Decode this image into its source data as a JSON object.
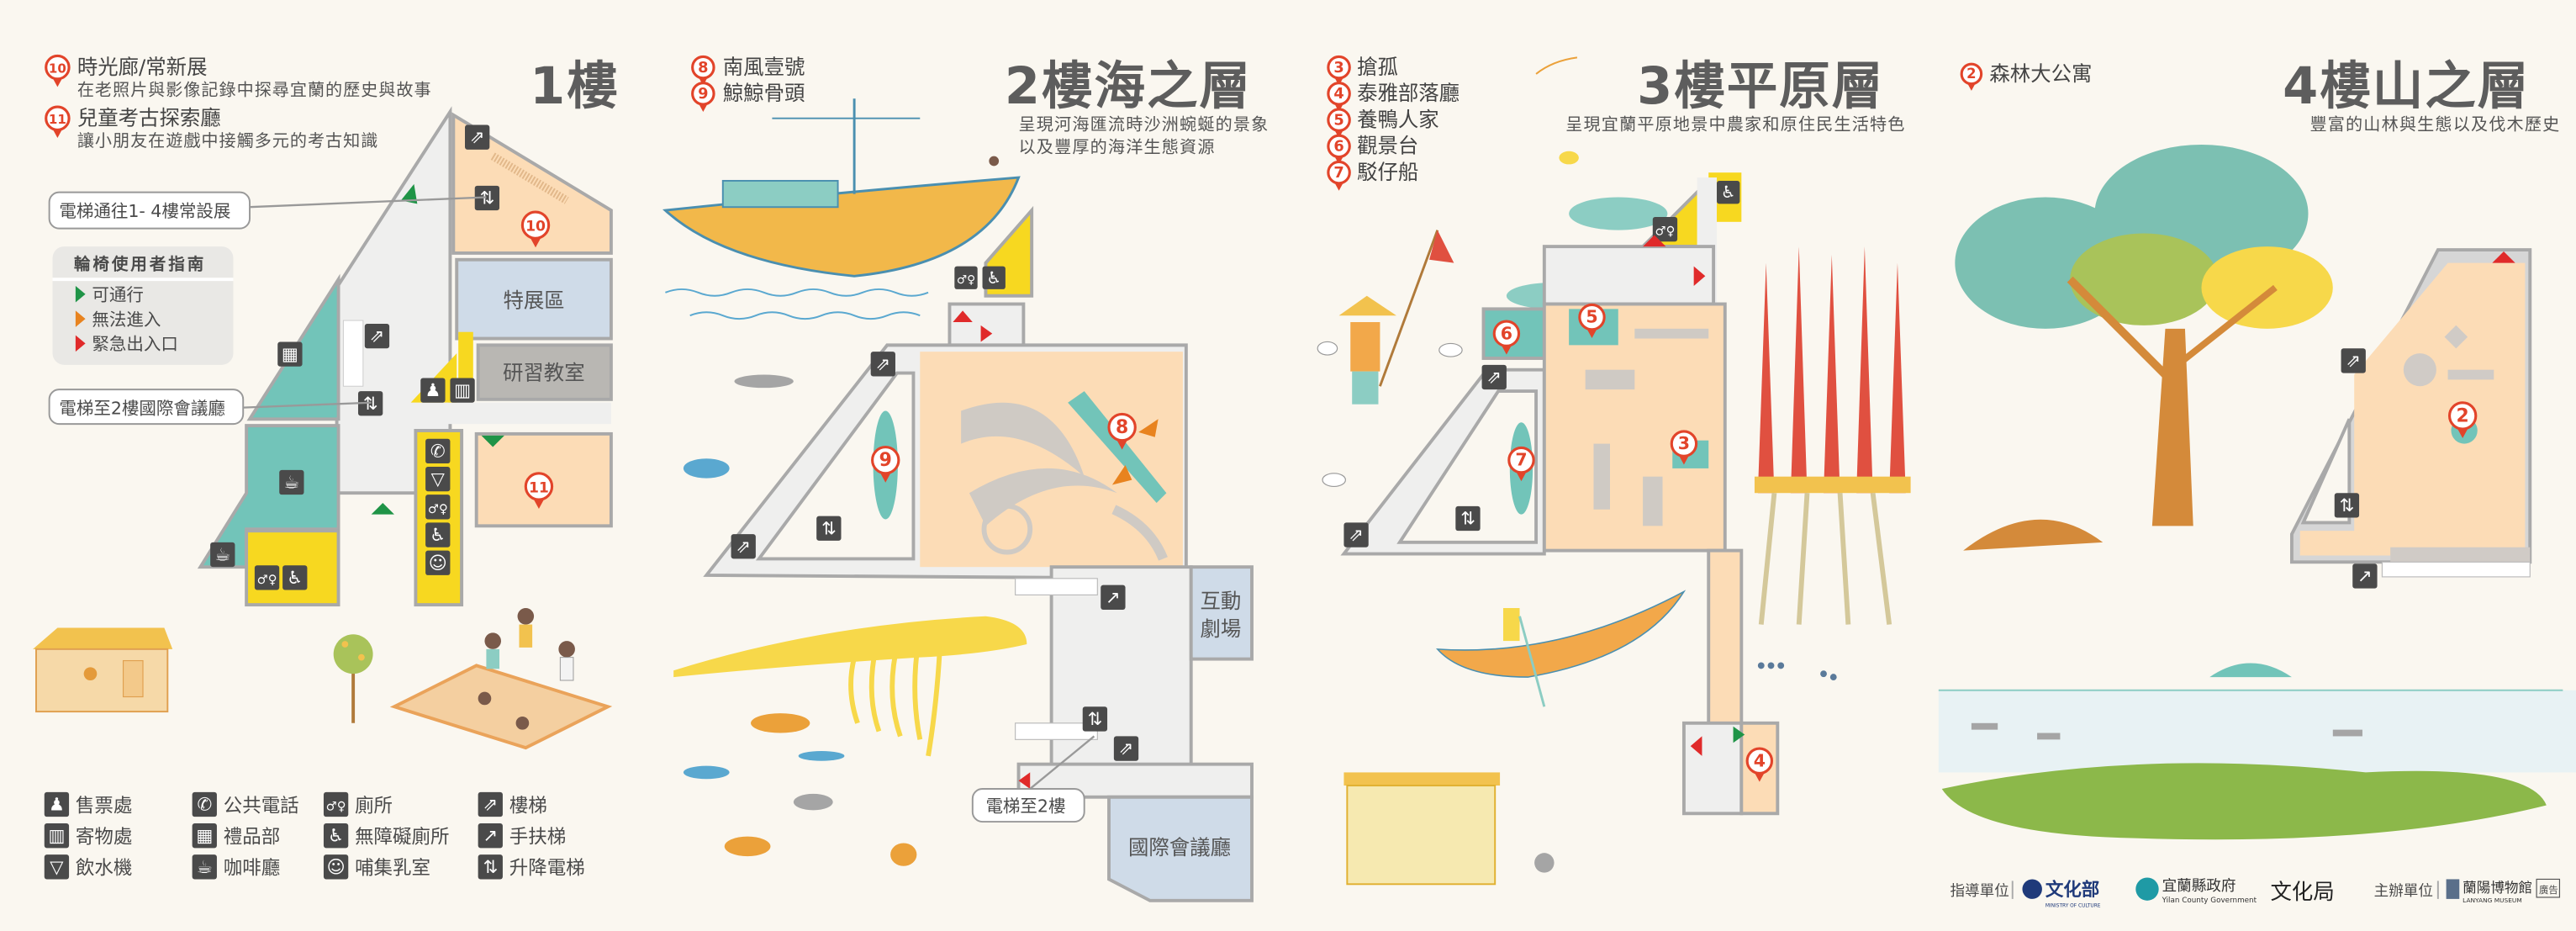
{
  "floors": [
    {
      "title": "1樓",
      "pois": [
        {
          "num": "10",
          "name": "時光廊/常新展",
          "desc": "在老照片與影像記錄中探尋宜蘭的歷史與故事"
        },
        {
          "num": "11",
          "name": "兒童考古探索廳",
          "desc": "讓小朋友在遊戲中接觸多元的考古知識"
        }
      ],
      "rooms": {
        "special_exhibition": "特展區",
        "classroom": "研習教室"
      },
      "callouts": {
        "elevator_permanent": "電梯通往1- 4樓常設展",
        "elevator_conference": "電梯至2樓國際會議廳"
      },
      "wheelchair_guide": {
        "title": "輪椅使用者指南",
        "items": [
          {
            "label": "可通行",
            "color": "#1f9447"
          },
          {
            "label": "無法進入",
            "color": "#e8831f"
          },
          {
            "label": "緊急出入口",
            "color": "#e02a2a"
          }
        ]
      }
    },
    {
      "title": "2樓海之層",
      "pois": [
        {
          "num": "8",
          "name": "南風壹號"
        },
        {
          "num": "9",
          "name": "鯨鯨骨頭"
        }
      ],
      "subtitle_lines": [
        "呈現河海匯流時沙洲蜿蜒的景象",
        "以及豐厚的海洋生態資源"
      ],
      "rooms": {
        "theater_line1": "互動",
        "theater_line2": "劇場",
        "conference": "國際會議廳"
      },
      "callouts": {
        "elevator": "電梯至2樓"
      }
    },
    {
      "title": "3樓平原層",
      "pois": [
        {
          "num": "3",
          "name": "搶孤"
        },
        {
          "num": "4",
          "name": "泰雅部落廳"
        },
        {
          "num": "5",
          "name": "養鴨人家"
        },
        {
          "num": "6",
          "name": "觀景台"
        },
        {
          "num": "7",
          "name": "駁仔船"
        }
      ],
      "subtitle": "呈現宜蘭平原地景中農家和原住民生活特色"
    },
    {
      "title": "4樓山之層",
      "pois": [
        {
          "num": "2",
          "name": "森林大公寓"
        }
      ],
      "subtitle": "豐富的山林與生態以及伐木歷史"
    }
  ],
  "legend": [
    {
      "icon": "ticket",
      "label": "售票處"
    },
    {
      "icon": "locker",
      "label": "寄物處"
    },
    {
      "icon": "water",
      "label": "飲水機"
    },
    {
      "icon": "phone",
      "label": "公共電話"
    },
    {
      "icon": "gift",
      "label": "禮品部"
    },
    {
      "icon": "cafe",
      "label": "咖啡廳"
    },
    {
      "icon": "toilet",
      "label": "廁所"
    },
    {
      "icon": "accessible-wc",
      "label": "無障礙廁所"
    },
    {
      "icon": "nursing",
      "label": "哺集乳室"
    },
    {
      "icon": "stairs",
      "label": "樓梯"
    },
    {
      "icon": "escalator",
      "label": "手扶梯"
    },
    {
      "icon": "elevator",
      "label": "升降電梯"
    }
  ],
  "footer": {
    "guidance_label": "指導單位",
    "organizer_label": "主辦單位",
    "ministry": "文化部",
    "ministry_en": "MINISTRY OF CULTURE",
    "county": "宜蘭縣政府",
    "county_en": "Yilan County Government",
    "bureau": "文化局",
    "museum": "蘭陽博物館",
    "museum_en": "LANYANG MUSEUM",
    "ad_tag": "廣告"
  },
  "colors": {
    "background": "#faf7f0",
    "peach": "#fcdcb6",
    "teal": "#72c4b9",
    "blue_room": "#cfdbe8",
    "gray_room": "#b9b7b3",
    "yellow": "#f7d820",
    "pin_red": "#e2442a",
    "icon_dark": "#4a4a4a"
  }
}
